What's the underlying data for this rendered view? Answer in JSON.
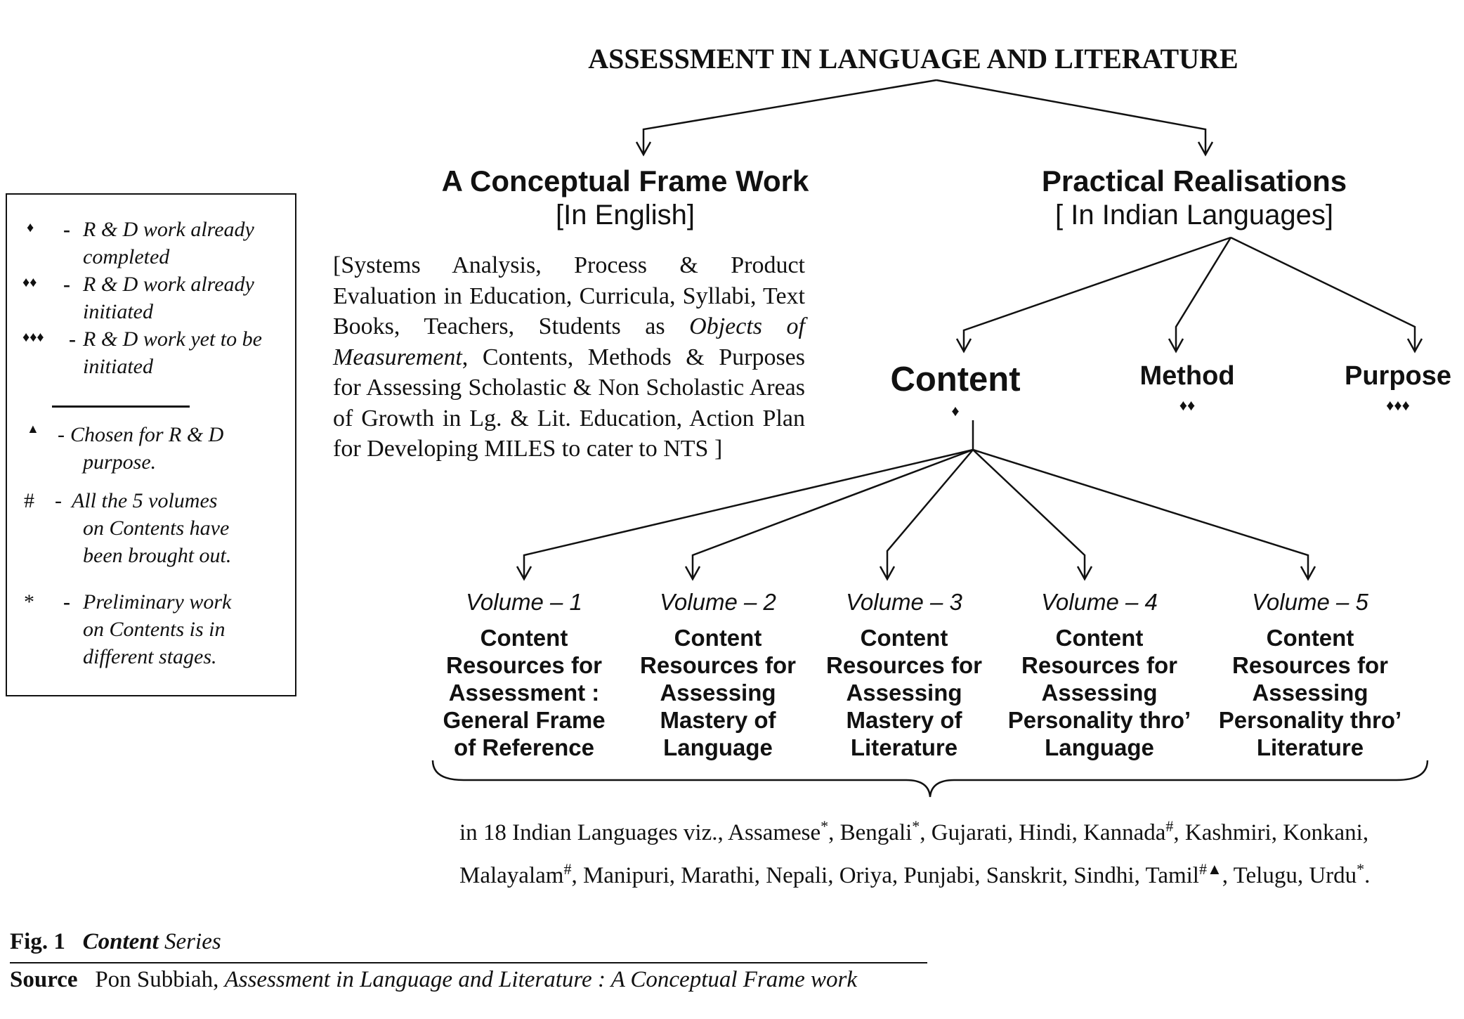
{
  "title": "ASSESSMENT IN LANGUAGE AND LITERATURE",
  "conceptual": {
    "heading": "A Conceptual Frame Work",
    "subheading": "[In English]",
    "text_parts": [
      "[Systems Analysis, Process & Product Evaluation in Education, Curricula, Syllabi, Text Books, Teachers, Students as ",
      "Objects of Measurement",
      ", Contents, Methods & Purposes for Assessing Scholastic & Non Scholastic Areas of Growth in Lg. & Lit. Education, Action Plan for Developing MILES to cater to NTS ]"
    ]
  },
  "practical": {
    "heading": "Practical Realisations",
    "subheading": "[ In Indian Languages]"
  },
  "branches": {
    "content": {
      "label": "Content",
      "marker": "♦"
    },
    "method": {
      "label": "Method",
      "marker": "♦♦"
    },
    "purpose": {
      "label": "Purpose",
      "marker": "♦♦♦"
    }
  },
  "volumes": [
    {
      "number": "Volume – 1",
      "lines": [
        "Content",
        "Resources for",
        "Assessment :",
        "General Frame",
        "of Reference"
      ]
    },
    {
      "number": "Volume – 2",
      "lines": [
        "Content",
        "Resources for",
        "Assessing",
        "Mastery of",
        "Language"
      ]
    },
    {
      "number": "Volume – 3",
      "lines": [
        "Content",
        "Resources for",
        "Assessing",
        "Mastery of",
        "Literature"
      ]
    },
    {
      "number": "Volume – 4",
      "lines": [
        "Content",
        "Resources for",
        "Assessing",
        "Personality thro’",
        "Language"
      ]
    },
    {
      "number": "Volume – 5",
      "lines": [
        "Content",
        "Resources for",
        "Assessing",
        "Personality thro’",
        "Literature"
      ]
    }
  ],
  "languages": {
    "prefix": "in 18 Indian Languages viz.,",
    "items": [
      {
        "name": "Assamese",
        "mark": "*"
      },
      {
        "name": "Bengali",
        "mark": "*"
      },
      {
        "name": "Gujarati",
        "mark": ""
      },
      {
        "name": "Hindi",
        "mark": ""
      },
      {
        "name": "Kannada",
        "mark": "#"
      },
      {
        "name": "Kashmiri",
        "mark": ""
      },
      {
        "name": "Konkani",
        "mark": ""
      },
      {
        "name": "Malayalam",
        "mark": "#"
      },
      {
        "name": "Manipuri",
        "mark": ""
      },
      {
        "name": "Marathi",
        "mark": ""
      },
      {
        "name": "Nepali",
        "mark": ""
      },
      {
        "name": "Oriya",
        "mark": ""
      },
      {
        "name": "Punjabi",
        "mark": ""
      },
      {
        "name": "Sanskrit",
        "mark": ""
      },
      {
        "name": "Sindhi",
        "mark": ""
      },
      {
        "name": "Tamil",
        "mark": "#▲"
      },
      {
        "name": "Telugu",
        "mark": ""
      },
      {
        "name": "Urdu",
        "mark": "*"
      }
    ]
  },
  "legend": {
    "items": [
      {
        "symbol": "♦",
        "dash": "-",
        "line1": "R & D work already",
        "line2": "completed"
      },
      {
        "symbol": "♦♦",
        "dash": "-",
        "line1": "R & D work already",
        "line2": "initiated"
      },
      {
        "symbol": "♦♦♦",
        "dash": "-",
        "line1": "R & D work yet to be",
        "line2": "initiated"
      },
      {
        "symbol": "▲",
        "dash": "-",
        "line1": "Chosen for R & D",
        "line2": "purpose."
      },
      {
        "symbol": "#",
        "dash": "-",
        "line1": "All the 5 volumes",
        "line2": "on Contents have",
        "line3": "been brought out."
      },
      {
        "symbol": "*",
        "dash": "-",
        "line1": "Preliminary work",
        "line2": "on Contents is in",
        "line3": "different stages."
      }
    ]
  },
  "caption": {
    "fig_label": "Fig. 1",
    "fig_title_italic_bold": "Content",
    "fig_title_rest": "Series",
    "source_label": "Source",
    "source_author": "Pon Subbiah,",
    "source_title": "Assessment in Language and Literature : A Conceptual Frame work"
  }
}
